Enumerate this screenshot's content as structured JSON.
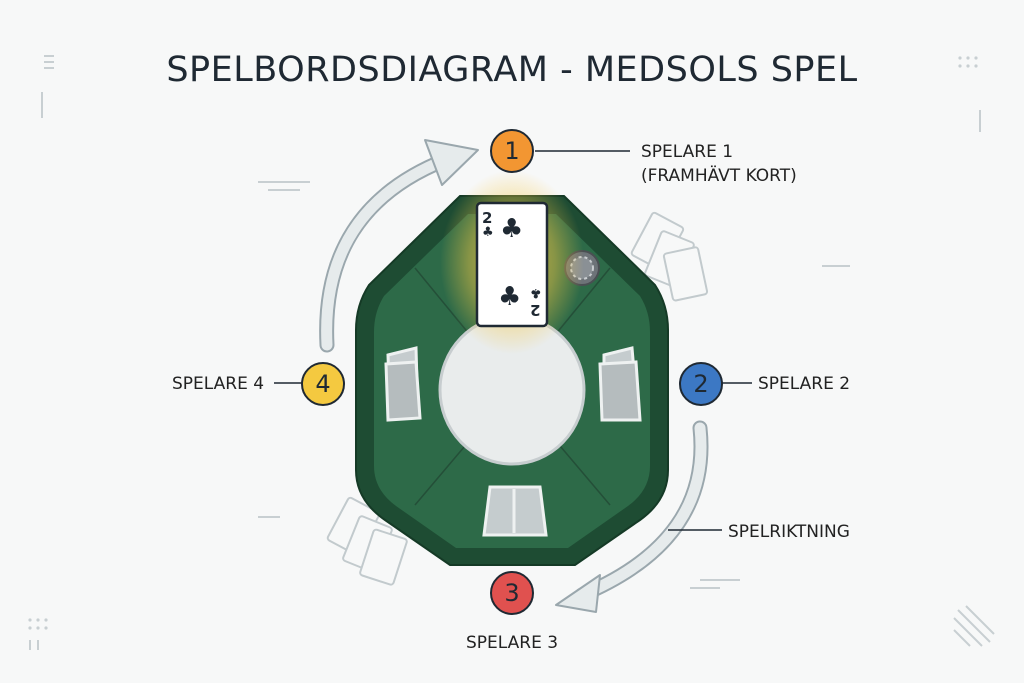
{
  "title": "SPELBORDSDIAGRAM - MEDSOLS SPEL",
  "players": [
    {
      "number": "1",
      "label": "SPELARE 1",
      "sublabel": "(FRAMHÄVT KORT)",
      "color": "#f29632"
    },
    {
      "number": "2",
      "label": "SPELARE 2",
      "color": "#3c78c4"
    },
    {
      "number": "3",
      "label": "SPELARE 3",
      "color": "#e0514f"
    },
    {
      "number": "4",
      "label": "SPELARE 4",
      "color": "#f4c940"
    }
  ],
  "direction_label": "SPELRIKTNING",
  "highlighted_card": {
    "rank": "2",
    "suit": "♣"
  },
  "colors": {
    "table_felt": "#2d6a48",
    "table_rim": "#1e4c33",
    "center_plate": "#e9ecec",
    "arrow": "#e4eaea",
    "highlight": "#f5c843"
  }
}
